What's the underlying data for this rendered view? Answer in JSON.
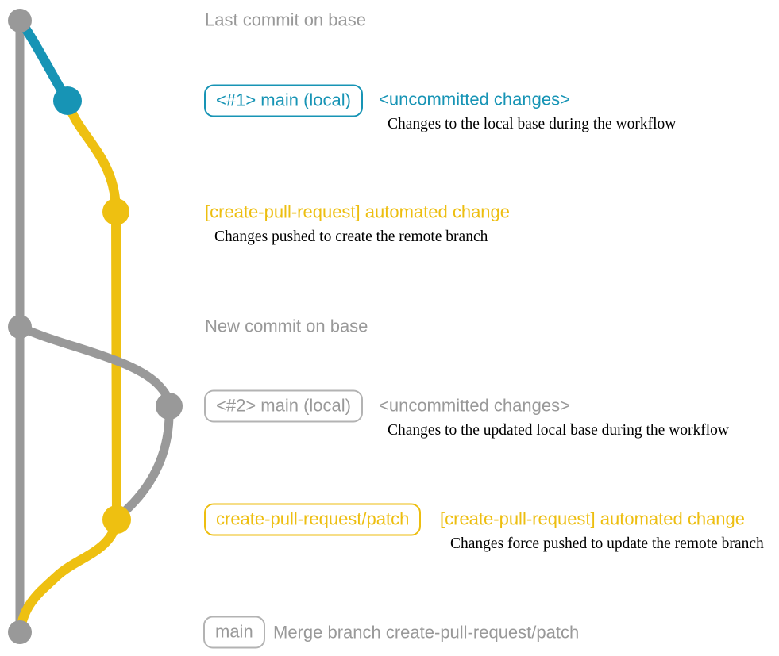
{
  "colors": {
    "graph_gray": "#999999",
    "tag_border_gray": "#b3b3b3",
    "teal": "#1794b5",
    "yellow": "#eec011",
    "caption_black": "#000000"
  },
  "annotations": {
    "last_commit_on_base": "Last commit on base",
    "uncommitted_1": {
      "tag": "<#1> main (local)",
      "message": "<uncommitted changes>",
      "caption": "Changes to the local base during the workflow"
    },
    "automated_change_1": {
      "message": "[create-pull-request] automated change",
      "caption": "Changes pushed to create the remote branch"
    },
    "new_commit_on_base": "New commit on base",
    "uncommitted_2": {
      "tag": "<#2> main (local)",
      "message": "<uncommitted changes>",
      "caption": "Changes to the updated local base during the workflow"
    },
    "automated_change_2": {
      "tag": "create-pull-request/patch",
      "message": "[create-pull-request] automated change",
      "caption": "Changes force pushed to update the remote branch"
    },
    "merge_commit": {
      "tag": "main",
      "message": "Merge branch create-pull-request/patch"
    }
  }
}
